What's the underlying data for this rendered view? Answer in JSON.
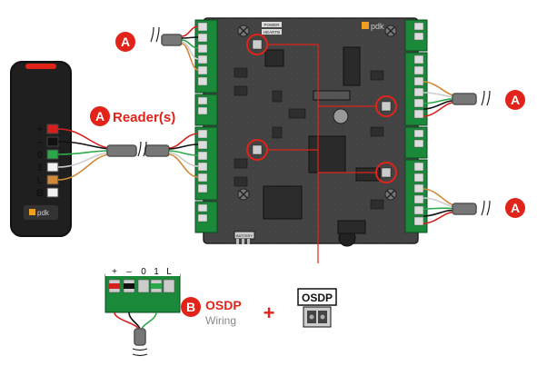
{
  "callouts": {
    "a_letter": "A",
    "b_letter": "B",
    "readers_label": "Reader(s)",
    "osdp_title": "OSDP",
    "osdp_subtitle": "Wiring",
    "plus_sign": "+"
  },
  "reader": {
    "pins": [
      "+",
      "–",
      "0",
      "1",
      "L",
      "B"
    ],
    "logo": "pdk"
  },
  "board": {
    "logo": "pdk",
    "battery_label": "BATTERY",
    "top_led_labels": [
      "POWER",
      "HEARTB"
    ]
  },
  "osdp_terminal": {
    "pins": [
      "+",
      "–",
      "0",
      "1",
      "L"
    ]
  },
  "jumper": {
    "label": "OSDP"
  },
  "colors": {
    "callout_red": "#e2231a",
    "board_gray": "#3c3c3c",
    "terminal_green": "#1a8a3a",
    "wire_red": "#d62020",
    "wire_black": "#111111",
    "wire_green": "#2aa84a",
    "wire_white": "#f2f2f2",
    "wire_orange": "#d08a3a"
  }
}
